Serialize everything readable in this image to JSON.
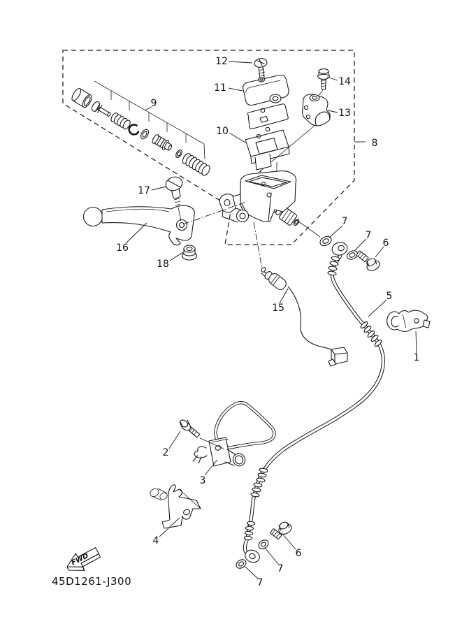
{
  "diagram": {
    "type": "exploded-parts-diagram",
    "code": "45D1261-J300",
    "fwd_label": "FWD",
    "colors": {
      "background": "#ffffff",
      "line": "#1a1a1a"
    },
    "callouts": {
      "c1": "1",
      "c2": "2",
      "c3": "3",
      "c4": "4",
      "c5": "5",
      "c6a": "6",
      "c6b": "6",
      "c7a": "7",
      "c7b": "7",
      "c7c": "7",
      "c7d": "7",
      "c8": "8",
      "c9": "9",
      "c10": "10",
      "c11": "11",
      "c12": "12",
      "c13": "13",
      "c14": "14",
      "c15": "15",
      "c16": "16",
      "c17": "17",
      "c18": "18"
    }
  }
}
